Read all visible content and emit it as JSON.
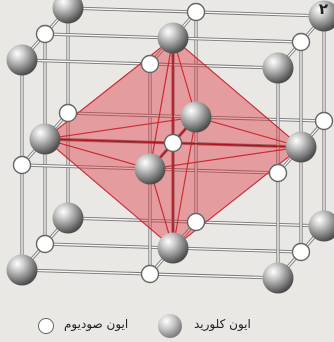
{
  "page_number": "۲",
  "legend": {
    "sodium_label": "ایون صودیوم",
    "chloride_label": "ایون کلورید"
  },
  "colors": {
    "background": "#e9e8e5",
    "octahedron": "#e0303a",
    "sodium_ion": "#ffffff",
    "chloride_ion": "#8a8a8a",
    "central_ion": "#7a4444",
    "lattice_lines": "#777777"
  },
  "structure": {
    "lattice": "sodium chloride (rock salt) cubic lattice",
    "grid_points_per_axis": 3,
    "highlighted_polyhedron": "octahedron"
  }
}
